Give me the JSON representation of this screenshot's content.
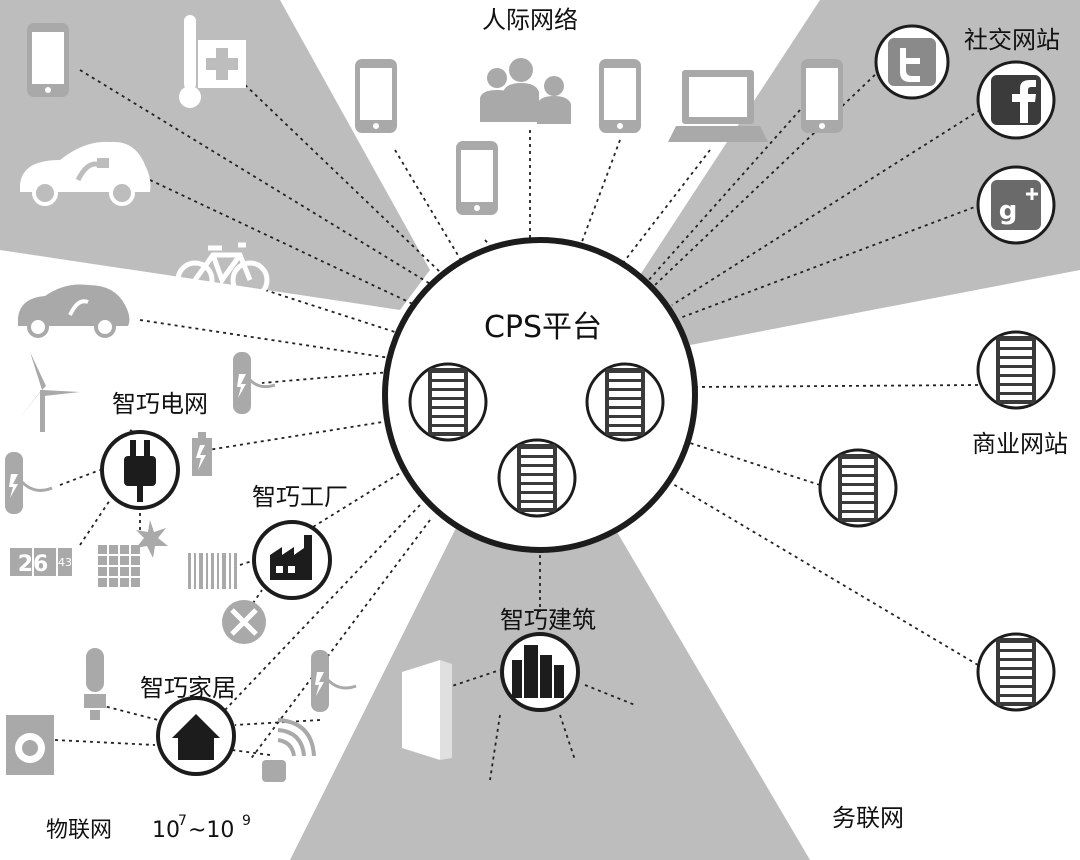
{
  "center": {
    "title": "CPS平台"
  },
  "labels": {
    "interpersonal": "人际网络",
    "social": "社交网站",
    "commercial": "商业网站",
    "smart_grid": "智巧电网",
    "smart_factory": "智巧工厂",
    "smart_home": "智巧家居",
    "smart_building": "智巧建筑",
    "service_net": "务联网",
    "iot": "物联网",
    "iot_base": "10",
    "iot_exp1": "7",
    "iot_tilde": "~10",
    "iot_exp2": "9",
    "meter_digits": "26",
    "meter_small": "43"
  },
  "colors": {
    "sector": "#bdbdbd",
    "icon_gray": "#a9a9a9",
    "dark": "#1c1c1c",
    "server": "#3a3a3a"
  }
}
